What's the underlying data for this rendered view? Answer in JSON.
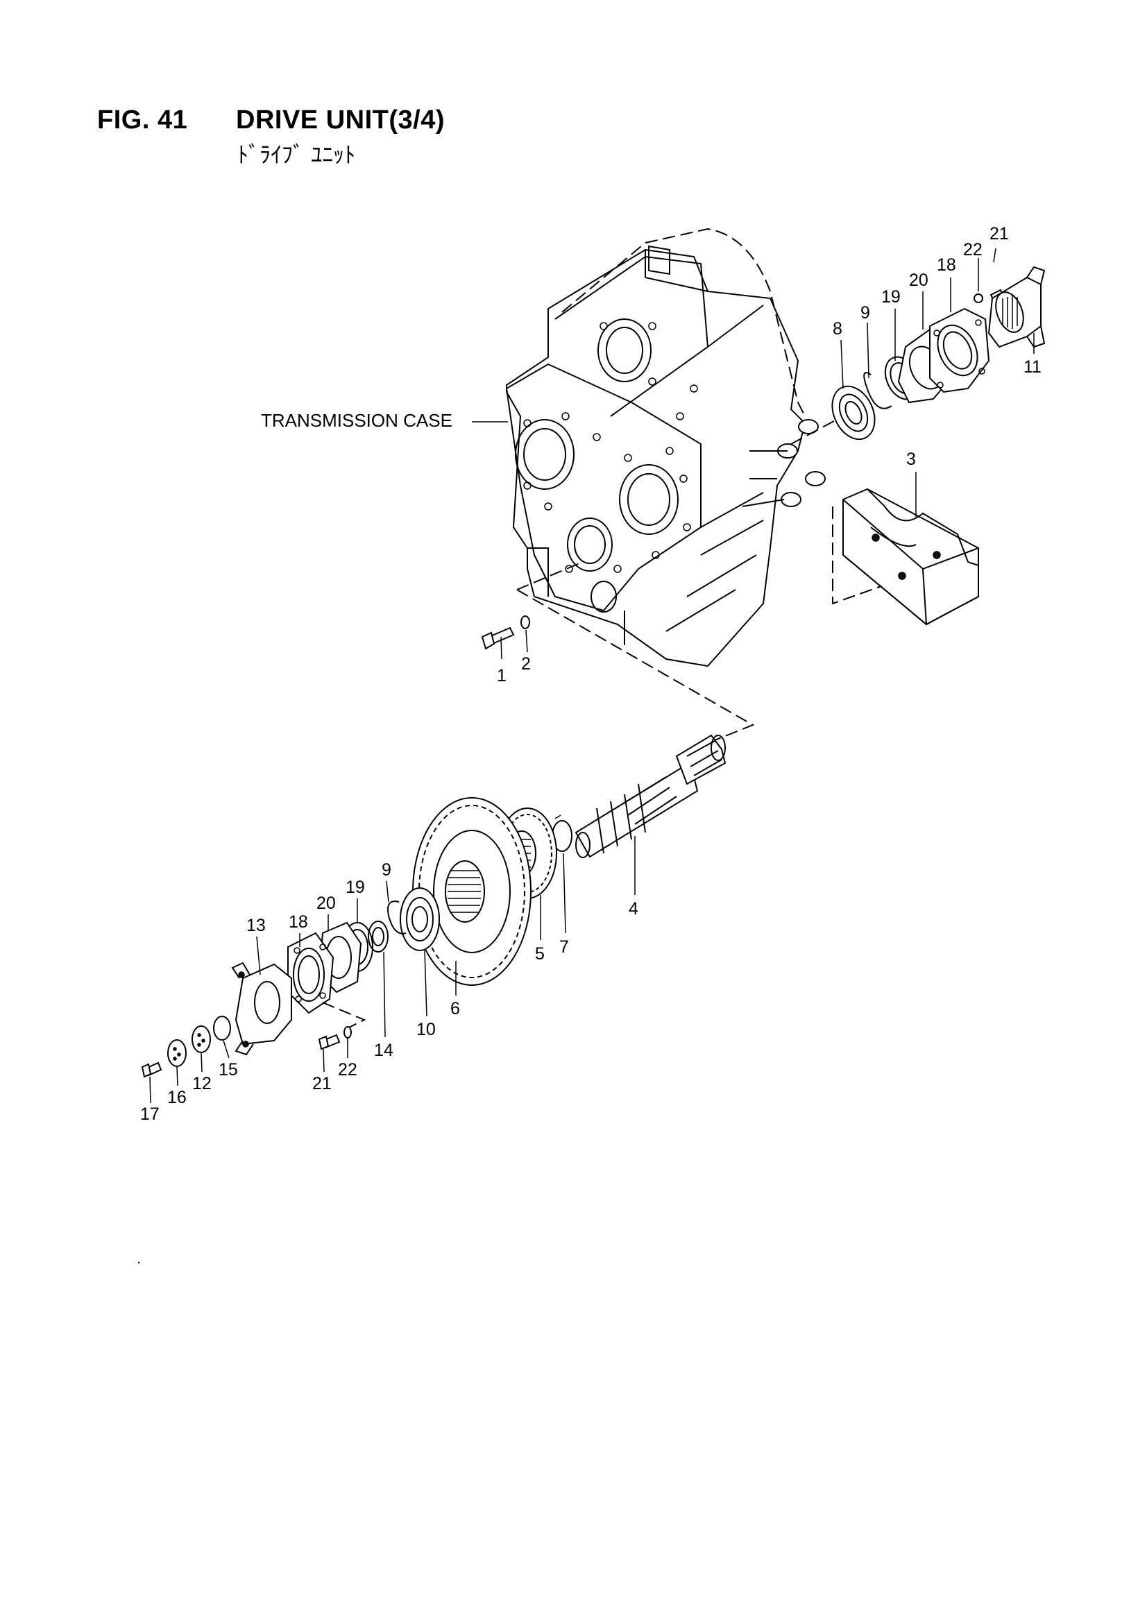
{
  "header": {
    "fig_number": "FIG. 41",
    "title": "DRIVE UNIT(3/4)",
    "subtitle": "ﾄﾞﾗｲﾌﾞ ﾕﾆｯﾄ"
  },
  "diagram": {
    "case_label": "TRANSMISSION CASE",
    "callouts": {
      "c21a": "21",
      "c22a": "22",
      "c18a": "18",
      "c20a": "20",
      "c19a": "19",
      "c9a": "9",
      "c8": "8",
      "c11": "11",
      "c3": "3",
      "c1": "1",
      "c2": "2",
      "c4": "4",
      "c7": "7",
      "c5": "5",
      "c6": "6",
      "c9b": "9",
      "c10": "10",
      "c19b": "19",
      "c20b": "20",
      "c18b": "18",
      "c13": "13",
      "c14": "14",
      "c15": "15",
      "c12": "12",
      "c16": "16",
      "c17": "17",
      "c21b": "21",
      "c22b": "22"
    }
  }
}
